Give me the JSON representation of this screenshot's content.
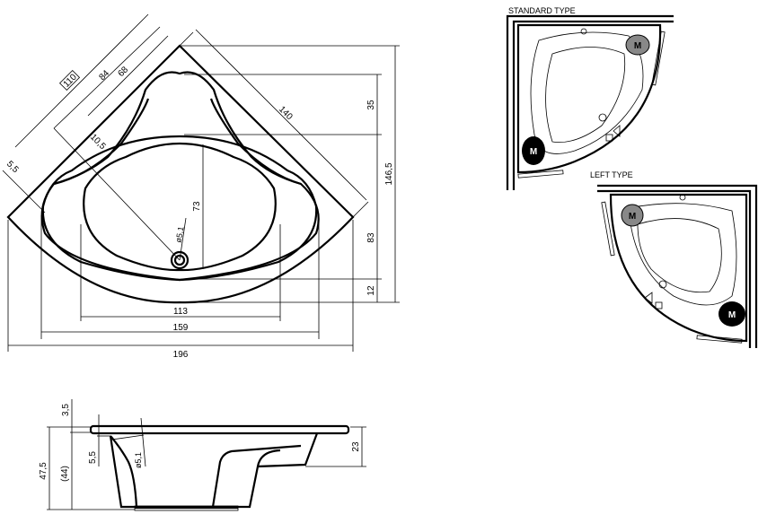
{
  "top_view": {
    "dims": {
      "d196": "196",
      "d159": "159",
      "d113": "113",
      "d146_5": "146,5",
      "d35": "35",
      "d83": "83",
      "d12": "12",
      "d73": "73",
      "d140": "140",
      "d110": "110",
      "d84": "84",
      "d68": "68",
      "d10_5": "10,5",
      "d5_5": "5,5",
      "drain": "ø5,1"
    }
  },
  "side_view": {
    "dims": {
      "d3_5": "3,5",
      "d47_5": "47,5",
      "d44": "(44)",
      "d5_5": "5,5",
      "drain": "ø5,1",
      "d23": "23"
    }
  },
  "variants": {
    "standard_label": "STANDARD TYPE",
    "left_label": "LEFT TYPE",
    "motor_mark": "M"
  }
}
